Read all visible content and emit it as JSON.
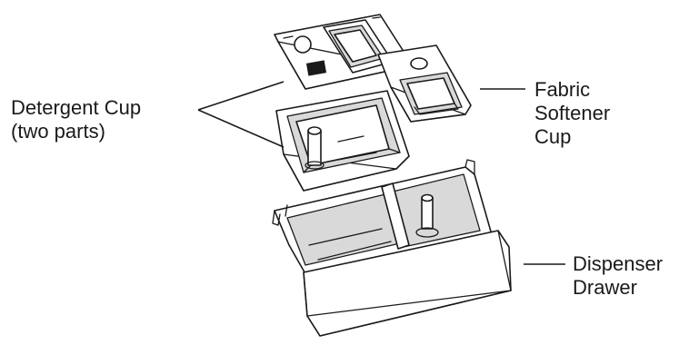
{
  "labels": {
    "detergent_cup": [
      "Detergent Cup",
      "(two parts)"
    ],
    "fabric_softener_cup": [
      "Fabric",
      "Softener",
      "Cup"
    ],
    "dispenser_drawer": [
      "Dispenser",
      "Drawer"
    ]
  },
  "icons": [
    "detergent-cup-lid",
    "detergent-cup-base",
    "fabric-softener-cup",
    "dispenser-drawer"
  ]
}
